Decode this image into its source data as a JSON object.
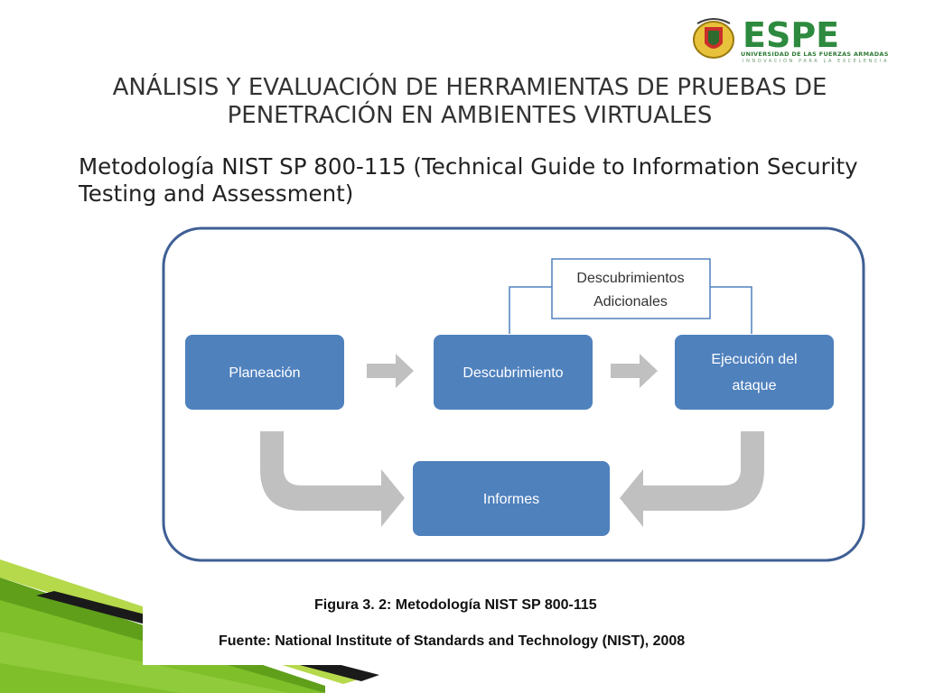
{
  "logo": {
    "name": "ESPE",
    "subtitle": "UNIVERSIDAD DE LAS FUERZAS ARMADAS",
    "motto": "INNOVACIÓN PARA LA EXCELENCIA",
    "colors": {
      "green": "#2d8a3e",
      "gray": "#8c8c8c"
    }
  },
  "slide": {
    "title_line1": "ANÁLISIS Y EVALUACIÓN DE HERRAMIENTAS DE PRUEBAS DE",
    "title_line2": "PENETRACIÓN EN AMBIENTES VIRTUALES",
    "subtitle_line1": "Metodología NIST SP 800-115 (Technical Guide to Information Security",
    "subtitle_line2": "Testing and Assessment)"
  },
  "diagram": {
    "extra_line1": "Descubrimientos",
    "extra_line2": "Adicionales",
    "nodes": {
      "planning": "Planeación",
      "discovery": "Descubrimiento",
      "attack_line1": "Ejecución del",
      "attack_line2": "ataque",
      "reports": "Informes"
    },
    "colors": {
      "node_fill": "#4f81bd",
      "frame_stroke": "#3f5f95",
      "arrow_fill": "#c0c0c0"
    }
  },
  "caption": {
    "figure": "Figura 3. 2: Metodología NIST SP 800-115",
    "source": "Fuente: National Institute of Standards and Technology (NIST), 2008"
  }
}
